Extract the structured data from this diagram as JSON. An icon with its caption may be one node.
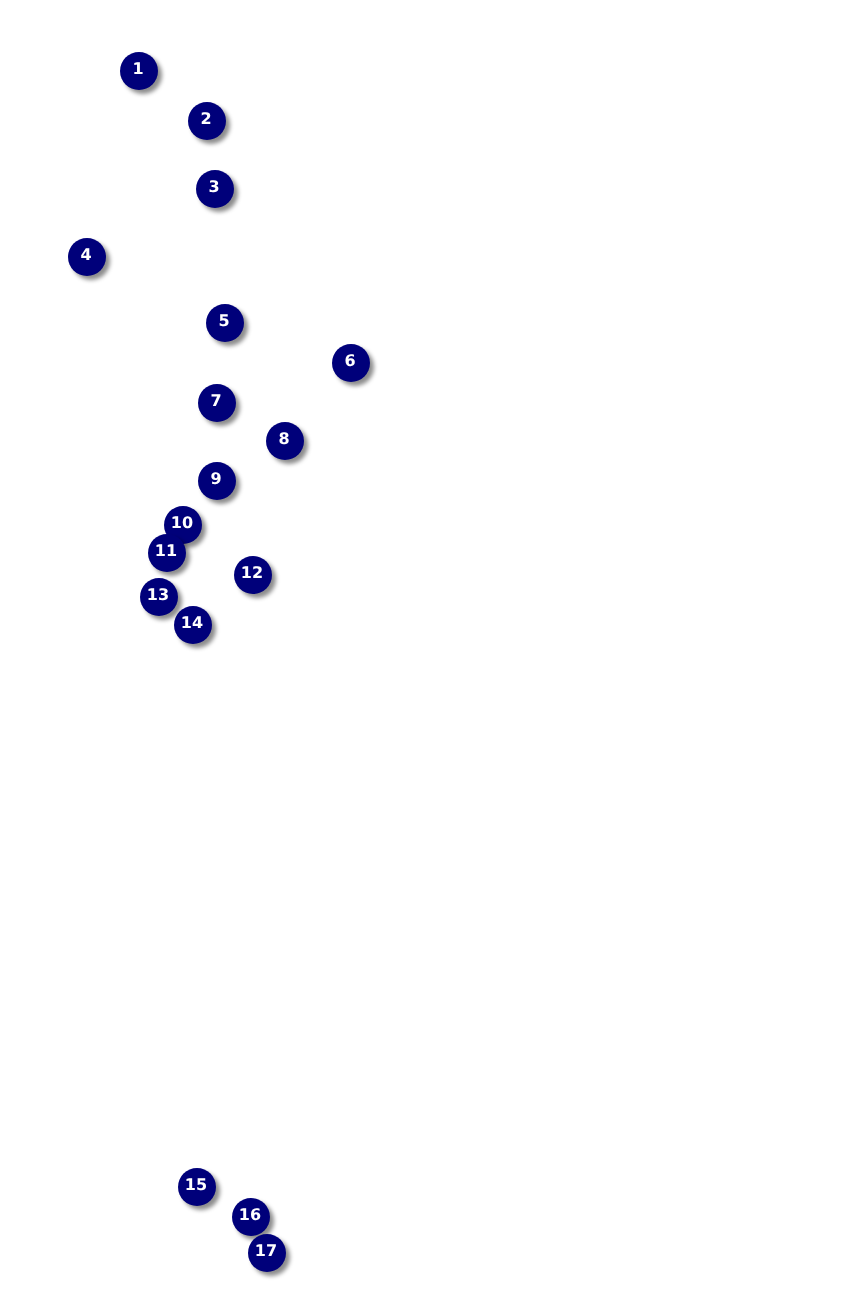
{
  "diagram": {
    "labels": [
      "1",
      "2",
      "3",
      "4",
      "5",
      "6",
      "7",
      "8",
      "9",
      "10",
      "11",
      "12",
      "13",
      "14",
      "15",
      "16",
      "17"
    ]
  }
}
